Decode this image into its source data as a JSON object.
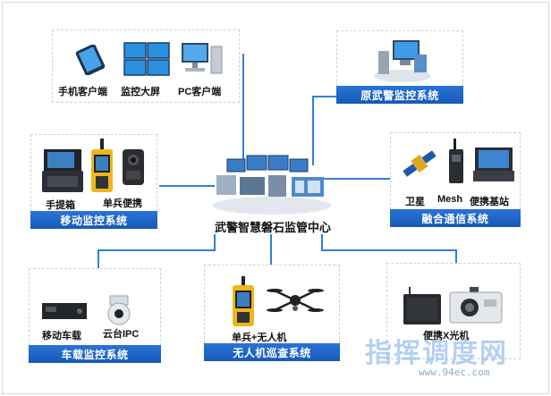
{
  "center": {
    "title": "武警智慧磐石监管中心"
  },
  "terminals": {
    "items": [
      {
        "label": "手机客户端",
        "icon": "smartphone-icon"
      },
      {
        "label": "监控大屏",
        "icon": "video-wall-icon"
      },
      {
        "label": "PC客户端",
        "icon": "pc-icon"
      }
    ]
  },
  "legacy": {
    "title": "原武警监控系统"
  },
  "mobile": {
    "title": "移动监控系统",
    "items": [
      {
        "label": "手提箱",
        "icon": "suitcase-terminal-icon"
      },
      {
        "label": "单兵便携",
        "icon": "body-camera-icon"
      }
    ]
  },
  "fusion": {
    "title": "融合通信系统",
    "items": [
      {
        "label": "卫星",
        "icon": "satellite-icon"
      },
      {
        "label": "Mesh",
        "icon": "radio-icon"
      },
      {
        "label": "便携基站",
        "icon": "rugged-laptop-icon"
      }
    ]
  },
  "vehicle": {
    "title": "车载监控系统",
    "items": [
      {
        "label": "移动车载",
        "icon": "vehicle-dvr-icon"
      },
      {
        "label": "云台IPC",
        "icon": "ptz-camera-icon"
      }
    ]
  },
  "drone": {
    "title": "无人机巡查系统",
    "label": "单兵+无人机"
  },
  "xray": {
    "label": "便携X光机"
  },
  "watermark": {
    "text": "指挥调度网",
    "url": "www.94ec.com"
  },
  "colors": {
    "band": "#1c63c5",
    "line": "#2f7fd8"
  }
}
